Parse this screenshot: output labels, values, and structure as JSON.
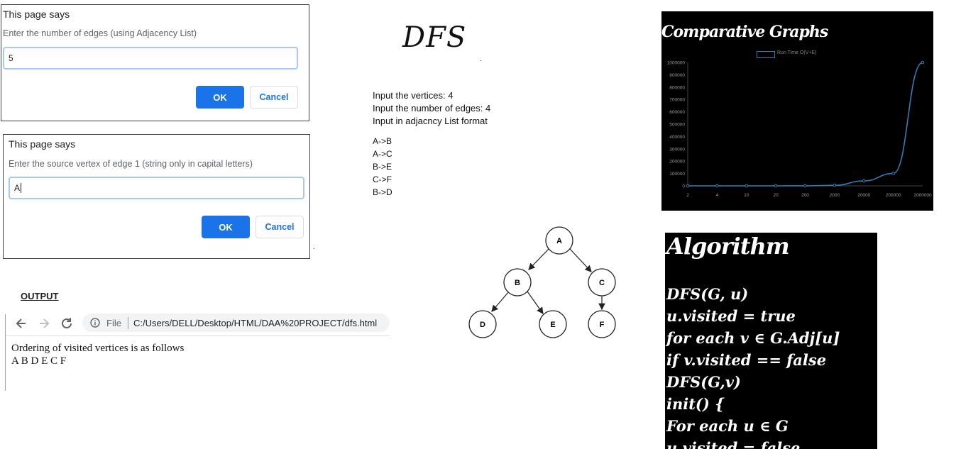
{
  "dialog1": {
    "title": "This page says",
    "message": "Enter the number of edges (using Adjacency List)",
    "input_value": "5",
    "ok_label": "OK",
    "cancel_label": "Cancel"
  },
  "dialog2": {
    "title": "This page says",
    "message": "Enter the source vertex of edge 1 (string only in capital letters)",
    "input_value": "A",
    "ok_label": "OK",
    "cancel_label": "Cancel"
  },
  "output_heading": "OUTPUT",
  "browser": {
    "file_label": "File",
    "url": "C:/Users/DELL/Desktop/HTML/DAA%20PROJECT/dfs.html"
  },
  "output": {
    "line1": "Ordering of visited vertices is as follows",
    "line2": "A B D E C F"
  },
  "middle": {
    "title": "DFS",
    "dot1": ".",
    "dot2": ".",
    "input_vertices": "Input the vertices: 4",
    "input_edges": "Input the number of edges: 4",
    "input_format": "Input in adjacncy List format",
    "edges": [
      "A->B",
      "A->C",
      "B->E",
      "C->F",
      "B->D"
    ]
  },
  "tree": {
    "nodes": [
      {
        "label": "A"
      },
      {
        "label": "B"
      },
      {
        "label": "C"
      },
      {
        "label": "D"
      },
      {
        "label": "E"
      },
      {
        "label": "F"
      }
    ]
  },
  "comparative": {
    "title": "Comparative Graphs",
    "legend": "Run Time O(V+E)",
    "chart_data": {
      "type": "line",
      "categories": [
        "2",
        "4",
        "10",
        "20",
        "200",
        "2000",
        "20000",
        "200000",
        "2000000"
      ],
      "series": [
        {
          "name": "Run Time O(V+E)",
          "values": [
            6,
            8,
            20,
            40,
            400,
            4000,
            40000,
            100000,
            1000000
          ]
        }
      ],
      "y_ticks": [
        "0",
        "100000",
        "200000",
        "300000",
        "400000",
        "500000",
        "600000",
        "700000",
        "800000",
        "900000",
        "1000000"
      ],
      "ylim": [
        0,
        1000000
      ],
      "line_color": "#2f7fb5"
    }
  },
  "algorithm": {
    "title": "Algorithm",
    "lines": [
      "DFS(G, u)",
      "u.visited = true",
      "for each v ∈ G.Adj[u]",
      "if v.visited == false",
      "DFS(G,v)",
      "init() {",
      "For each u ∈ G",
      "u.visited = false"
    ]
  },
  "colors": {
    "primary": "#1a73e8",
    "panel_bg": "#000000"
  }
}
